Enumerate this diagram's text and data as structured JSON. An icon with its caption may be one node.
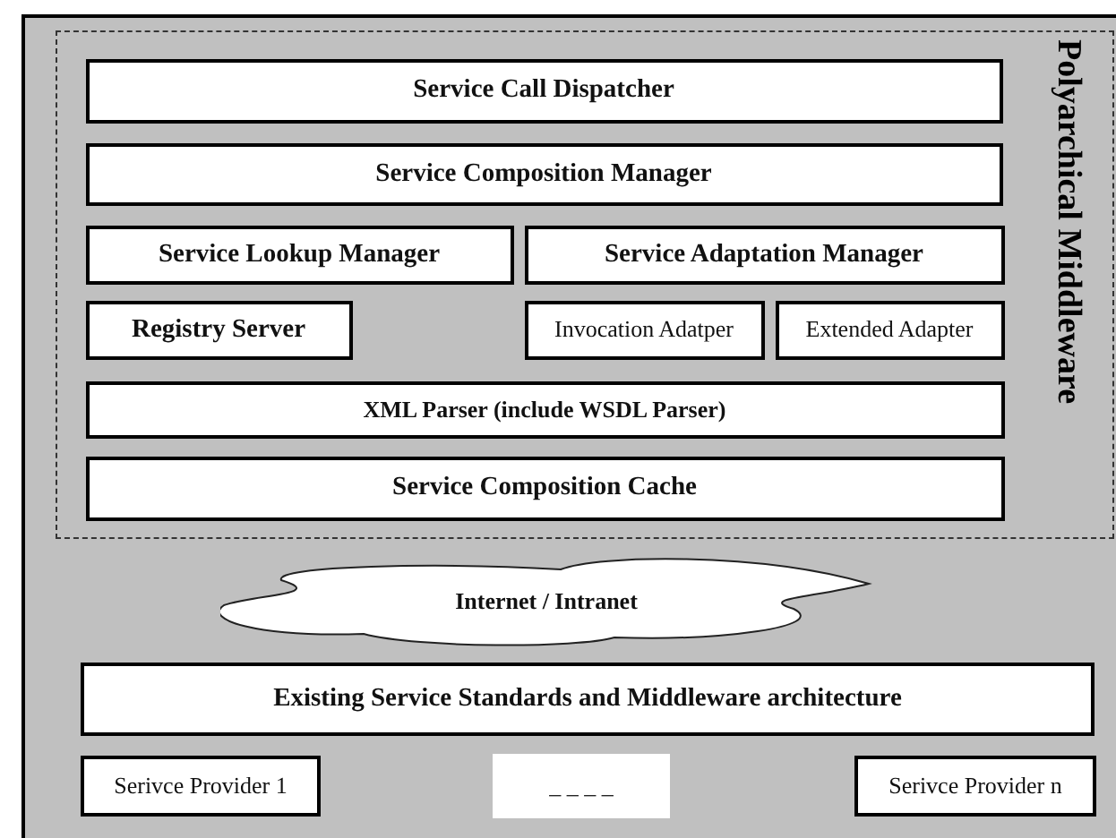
{
  "diagram": {
    "nodes": [
      {
        "text": [
          "Polyarchical Middleware"
        ]
      },
      {
        "text": [
          "Service Call Dispatcher"
        ],
        "in": 0
      },
      {
        "text": [
          "Service Composition Manager"
        ],
        "in": 0
      },
      {
        "text": [
          "Service Lookup Manager"
        ],
        "in": 0
      },
      {
        "text": [
          "Service Adaptation Manager"
        ],
        "in": 0
      },
      {
        "text": [
          "Registry Server"
        ],
        "in": 0
      },
      {
        "text": [
          "Invocation Adatper"
        ],
        "in": 0
      },
      {
        "text": [
          "Extended Adapter"
        ],
        "in": 0
      },
      {
        "text": [
          "XML Parser (include WSDL Parser)"
        ],
        "in": 0
      },
      {
        "text": [
          "Service Composition Cache"
        ],
        "in": 0
      },
      {
        "text": [
          "Internet / Intranet"
        ]
      },
      {
        "text": [
          "Existing Service Standards and Middleware architecture"
        ]
      },
      {
        "text": [
          "Serivce Provider 1"
        ]
      },
      {
        "text": [
          "_ _ _ _"
        ]
      },
      {
        "text": [
          "Serivce Provider n"
        ]
      }
    ]
  }
}
